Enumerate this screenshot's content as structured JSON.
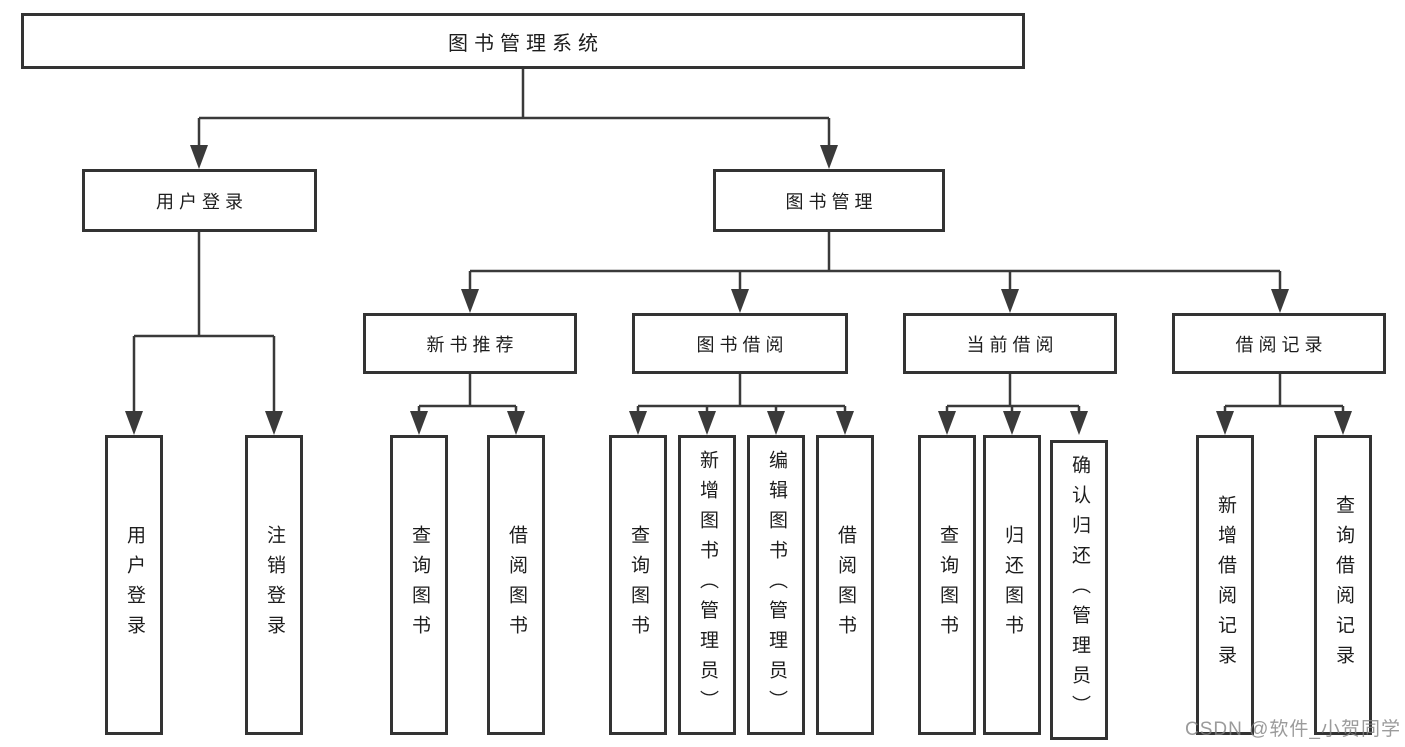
{
  "diagram": {
    "root": {
      "label": "图书管理系统"
    },
    "branches": [
      {
        "label": "用户登录",
        "children": [
          "用户登录",
          "注销登录"
        ]
      },
      {
        "label": "图书管理",
        "sections": [
          {
            "label": "新书推荐",
            "children": [
              "查询图书",
              "借阅图书"
            ]
          },
          {
            "label": "图书借阅",
            "children": [
              "查询图书",
              "新增图书（管理员）",
              "编辑图书（管理员）",
              "借阅图书"
            ]
          },
          {
            "label": "当前借阅",
            "children": [
              "查询图书",
              "归还图书",
              "确认归还（管理员）"
            ]
          },
          {
            "label": "借阅记录",
            "children": [
              "新增借阅记录",
              "查询借阅记录"
            ]
          }
        ]
      }
    ]
  },
  "watermark": {
    "text": "CSDN @软件_小贺同学"
  },
  "colors": {
    "line": "#3a3a3a",
    "box_border": "#333333",
    "text": "#1d1d1d",
    "background": "#ffffff",
    "watermark": "#828282"
  }
}
